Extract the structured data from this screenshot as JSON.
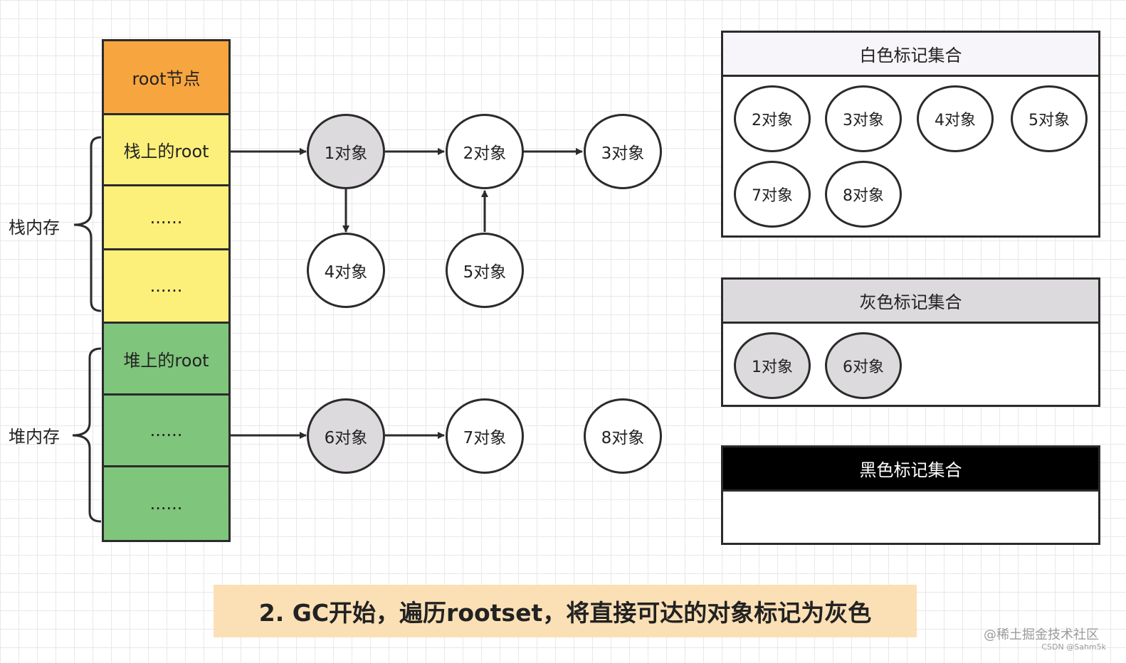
{
  "stack": {
    "root_label": "root节点",
    "stack_root_label": "栈上的root",
    "heap_root_label": "堆上的root",
    "ellipsis": "......"
  },
  "braces": {
    "stack_memory": "栈内存",
    "heap_memory": "堆内存"
  },
  "nodes": {
    "n1": "1对象",
    "n2": "2对象",
    "n3": "3对象",
    "n4": "4对象",
    "n5": "5对象",
    "n6": "6对象",
    "n7": "7对象",
    "n8": "8对象"
  },
  "panels": {
    "white": {
      "title": "白色标记集合",
      "items": [
        "2对象",
        "3对象",
        "4对象",
        "5对象",
        "7对象",
        "8对象"
      ],
      "header_color": "#f8f5fa"
    },
    "grey": {
      "title": "灰色标记集合",
      "items": [
        "1对象",
        "6对象"
      ],
      "header_color": "#dcdadc"
    },
    "black": {
      "title": "黑色标记集合",
      "items": [],
      "header_color": "#000000"
    }
  },
  "caption": "2. GC开始，遍历rootset，将直接可达的对象标记为灰色",
  "watermark": {
    "primary": "@稀土掘金技术社区",
    "secondary": "CSDN @Sahm5k"
  },
  "colors": {
    "root": "#f7a53e",
    "stack": "#fdf07a",
    "heap": "#7fc57c",
    "grey_node": "#dcdadc",
    "caption_bg": "#fbe0b6"
  }
}
